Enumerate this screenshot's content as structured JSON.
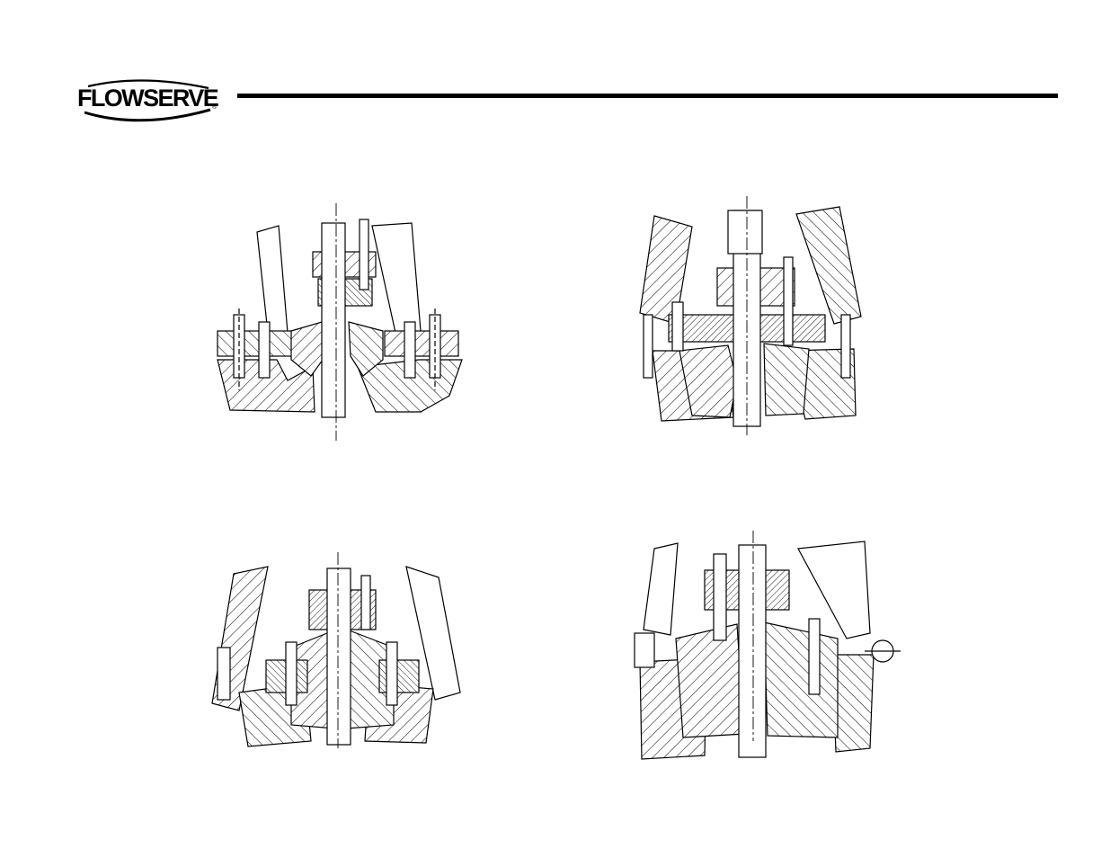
{
  "brand": {
    "name": "FLOWSERVE",
    "mark": "®",
    "logo_icon": "flowserve-arc-logo"
  },
  "figures": [
    {
      "id": "fig-top-left",
      "icon": "bonnet-section-drawing"
    },
    {
      "id": "fig-top-right",
      "icon": "bonnet-section-drawing"
    },
    {
      "id": "fig-bottom-left",
      "icon": "bonnet-section-drawing"
    },
    {
      "id": "fig-bottom-right",
      "icon": "bonnet-section-drawing"
    }
  ]
}
